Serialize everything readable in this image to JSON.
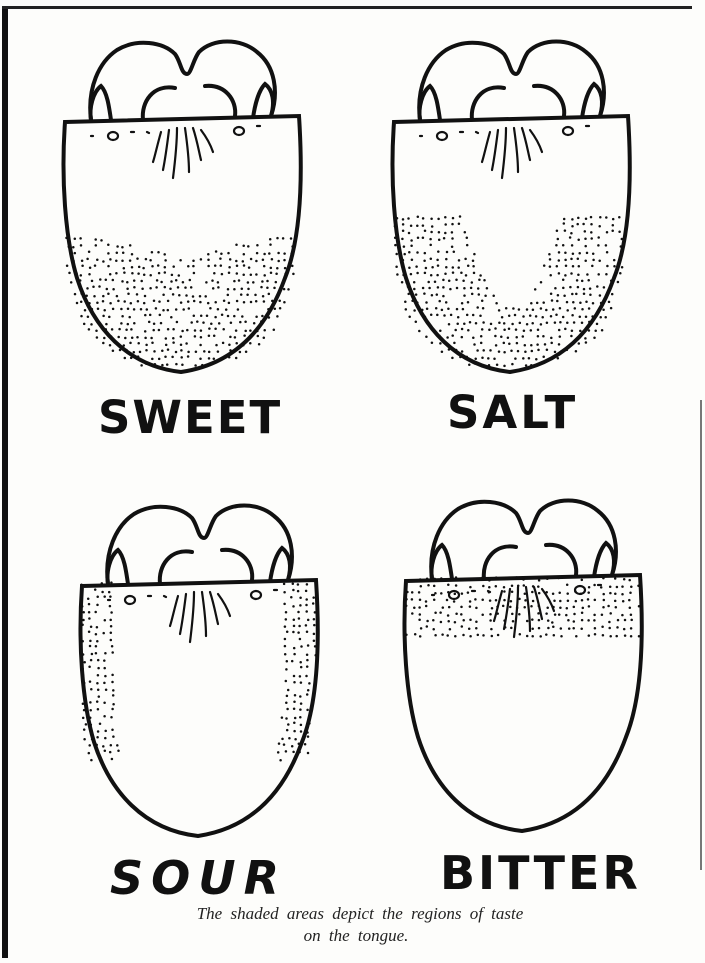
{
  "colors": {
    "ink": "#111111",
    "paper": "#fdfdfb"
  },
  "tongues": [
    {
      "id": "sweet",
      "label": "SWEET",
      "taste_region": "tip"
    },
    {
      "id": "salt",
      "label": "SALT",
      "taste_region": "front sides and tip"
    },
    {
      "id": "sour",
      "label": "SOUR",
      "taste_region": "sides"
    },
    {
      "id": "bitter",
      "label": "BITTER",
      "taste_region": "back"
    }
  ],
  "caption": {
    "line1": "The shaded areas depict the regions of taste",
    "line2": "on the tongue."
  }
}
